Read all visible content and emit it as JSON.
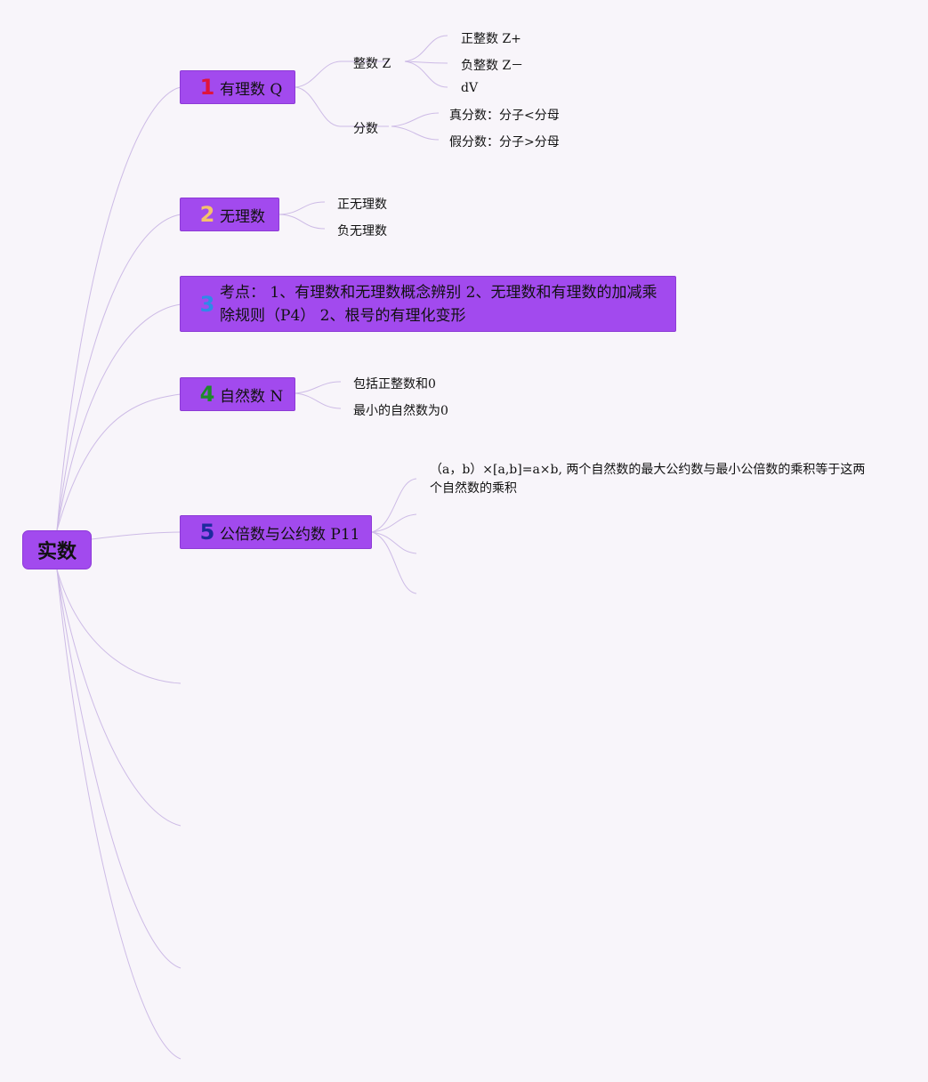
{
  "root": {
    "label": "实数"
  },
  "topics": [
    {
      "id": "rational",
      "number": "1",
      "number_color": "#e0143c",
      "label": "有理数 Q",
      "children": [
        {
          "label": "整数 Z",
          "children": [
            "正整数 Z+",
            "负整数 Z－",
            "dV"
          ]
        },
        {
          "label": "分数",
          "children": [
            "真分数：分子<分母",
            "假分数：分子>分母"
          ]
        }
      ]
    },
    {
      "id": "irrational",
      "number": "2",
      "number_color": "#f5c26b",
      "label": "无理数",
      "children": [
        {
          "label": "正无理数"
        },
        {
          "label": "负无理数"
        }
      ]
    },
    {
      "id": "exam-points",
      "number": "3",
      "number_color": "#2f8ae8",
      "label": "考点： 1、有理数和无理数概念辨别 2、无理数和有理数的加减乘除规则（P4） 2、根号的有理化变形"
    },
    {
      "id": "natural",
      "number": "4",
      "number_color": "#1e8a2a",
      "label": "自然数 N",
      "children": [
        {
          "label": "包括正整数和0"
        },
        {
          "label": "最小的自然数为0"
        }
      ]
    },
    {
      "id": "gcd-lcm",
      "number": "5",
      "number_color": "#1d2a9e",
      "label": "公倍数与公约数 P11",
      "children": [
        {
          "label": "（a，b）×[a,b]=a×b, 两个自然数的最大公约数与最小公倍数的乘积等于这两个自然数的乘积"
        }
      ]
    }
  ],
  "colors": {
    "topic_fill": "#a24aee",
    "line": "#c9b6e3",
    "background": "#f8f5fa"
  }
}
